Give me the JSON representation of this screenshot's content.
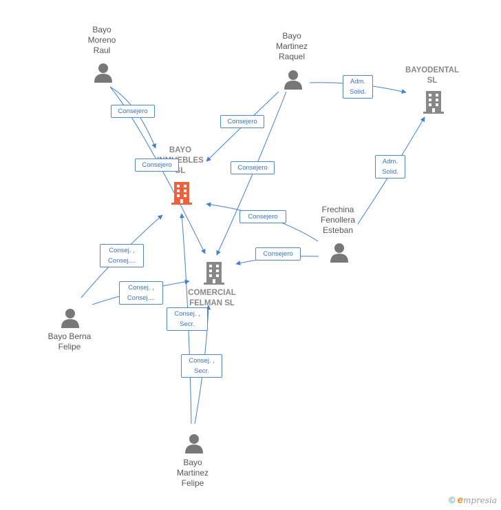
{
  "nodes": {
    "bayo_moreno_raul": "Bayo\nMoreno\nRaul",
    "bayo_martinez_raquel": "Bayo\nMartinez\nRaquel",
    "bayodental": "BAYODENTAL\nSL",
    "bayo_inmuebles": "BAYO\nINMUEBLES\nSL",
    "frechina": "Frechina\nFenollera\nEsteban",
    "comercial_felman": "COMERCIAL\nFELMAN SL",
    "bayo_berna_felipe": "Bayo Berna\nFelipe",
    "bayo_martinez_felipe": "Bayo\nMartinez\nFelipe"
  },
  "edges": {
    "raul_inmuebles": "Consejero",
    "raul_felman": "Consejero",
    "raquel_inmuebles": "Consejero",
    "raquel_felman": "Consejero",
    "raquel_bayodental": "Adm.\nSolid.",
    "frechina_bayodental": "Adm.\nSolid.",
    "frechina_inmuebles": "Consejero",
    "frechina_felman": "Consejero",
    "berna_inmuebles": "Consej. ,\nConsej....",
    "berna_felman": "Consej. ,\nConsej....",
    "felipe_inmuebles": "Consej. ,\nSecr.",
    "felipe_felman": "Consej. ,\nSecr."
  },
  "colors": {
    "edge": "#3f7fd6",
    "person": "#777777",
    "company": "#888888",
    "company_highlight": "#f0603a"
  },
  "footer": {
    "copyright": "©",
    "brand_initial": "e",
    "brand_rest": "mpresia"
  },
  "icons": {
    "person": "person-icon",
    "company": "building-icon"
  }
}
